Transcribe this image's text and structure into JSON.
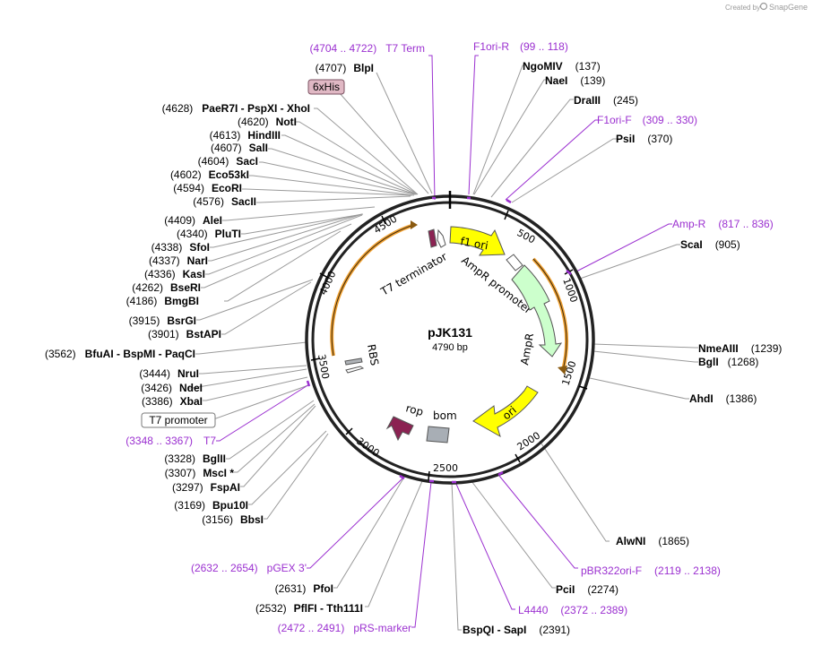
{
  "watermark": {
    "prefix": "Created by",
    "brand": "SnapGene"
  },
  "plasmid": {
    "name": "pJK131",
    "length": "4790 bp"
  },
  "colors": {
    "f1_ori": "#ffff00",
    "ori": "#ffff00",
    "ampr": "#ccffcc",
    "rop": "#8b2252",
    "bom": "#a8aeb5",
    "feature_primer": "#9b30d0",
    "orf": "#f0a030"
  },
  "tick_labels": [
    "500",
    "1000",
    "1500",
    "2000",
    "2500",
    "3000",
    "3500",
    "4000",
    "4500"
  ],
  "features": {
    "f1_ori": "f1 ori",
    "ampr_promoter": "AmpR promoter",
    "ampr": "AmpR",
    "ori": "ori",
    "bom": "bom",
    "rop": "rop",
    "rbs": "RBS",
    "t7_terminator": "T7 terminator"
  },
  "map_labels": {
    "t7term": {
      "pos": "(4704 .. 4722)",
      "name": "T7 Term"
    },
    "f1orir": {
      "name": "F1ori-R",
      "pos": "(99 .. 118)"
    },
    "blpi": {
      "pos": "(4707)",
      "name": "BlpI"
    },
    "ngomiv": {
      "name": "NgoMIV",
      "pos": "(137)"
    },
    "naei": {
      "name": "NaeI",
      "pos": "(139)"
    },
    "his": {
      "name": "6xHis"
    },
    "draiii": {
      "name": "DraIII",
      "pos": "(245)"
    },
    "paer7i": {
      "pos": "(4628)",
      "name": "PaeR7I  - PspXI  - XhoI"
    },
    "f1orif": {
      "name": "F1ori-F",
      "pos": "(309 .. 330)"
    },
    "noti": {
      "pos": "(4620)",
      "name": "NotI"
    },
    "hindiii": {
      "pos": "(4613)",
      "name": "HindIII"
    },
    "psii": {
      "name": "PsiI",
      "pos": "(370)"
    },
    "sali": {
      "pos": "(4607)",
      "name": "SalI"
    },
    "saci": {
      "pos": "(4604)",
      "name": "SacI"
    },
    "eco53ki": {
      "pos": "(4602)",
      "name": "Eco53kI"
    },
    "ecori": {
      "pos": "(4594)",
      "name": "EcoRI"
    },
    "sacii": {
      "pos": "(4576)",
      "name": "SacII"
    },
    "aler": {
      "pos": "(4409)",
      "name": "AleI"
    },
    "ampr_primer": {
      "name": "Amp-R",
      "pos": "(817 .. 836)"
    },
    "pluti": {
      "pos": "(4340)",
      "name": "PluTI"
    },
    "scai": {
      "name": "ScaI",
      "pos": "(905)"
    },
    "sfoi": {
      "pos": "(4338)",
      "name": "SfoI"
    },
    "nari": {
      "pos": "(4337)",
      "name": "NarI"
    },
    "kasi": {
      "pos": "(4336)",
      "name": "KasI"
    },
    "bseri": {
      "pos": "(4262)",
      "name": "BseRI"
    },
    "bmgbi": {
      "pos": "(4186)",
      "name": "BmgBI"
    },
    "bsrgi": {
      "pos": "(3915)",
      "name": "BsrGI"
    },
    "bstapi": {
      "pos": "(3901)",
      "name": "BstAPI"
    },
    "nmeaiii": {
      "name": "NmeAIII",
      "pos": "(1239)"
    },
    "bfuai": {
      "pos": "(3562)",
      "name": "BfuAI  - BspMI  - PaqCI"
    },
    "bgli": {
      "name": "BglI",
      "pos": "(1268)"
    },
    "nrui": {
      "pos": "(3444)",
      "name": "NruI"
    },
    "ahdi": {
      "name": "AhdI",
      "pos": "(1386)"
    },
    "ndei": {
      "pos": "(3426)",
      "name": "NdeI"
    },
    "xbai": {
      "pos": "(3386)",
      "name": "XbaI"
    },
    "t7prom": {
      "name": "T7 promoter"
    },
    "t7": {
      "pos": "(3348 .. 3367)",
      "name": "T7"
    },
    "bglii": {
      "pos": "(3328)",
      "name": "BglII"
    },
    "msci": {
      "pos": "(3307)",
      "name": "MscI *"
    },
    "fspai": {
      "pos": "(3297)",
      "name": "FspAI"
    },
    "bpu10i": {
      "pos": "(3169)",
      "name": "Bpu10I"
    },
    "bbsi": {
      "pos": "(3156)",
      "name": "BbsI"
    },
    "alwni": {
      "name": "AlwNI",
      "pos": "(1865)"
    },
    "pgex3": {
      "pos": "(2632 .. 2654)",
      "name": "pGEX 3'"
    },
    "pbr322": {
      "name": "pBR322ori-F",
      "pos": "(2119 .. 2138)"
    },
    "pfoi": {
      "pos": "(2631)",
      "name": "PfoI"
    },
    "pcii": {
      "name": "PciI",
      "pos": "(2274)"
    },
    "pflfi": {
      "pos": "(2532)",
      "name": "PflFI  - Tth111I"
    },
    "l4440": {
      "name": "L4440",
      "pos": "(2372 .. 2389)"
    },
    "prs": {
      "pos": "(2472 .. 2491)",
      "name": "pRS-marker"
    },
    "bspqi": {
      "name": "BspQI  - SapI",
      "pos": "(2391)"
    }
  }
}
